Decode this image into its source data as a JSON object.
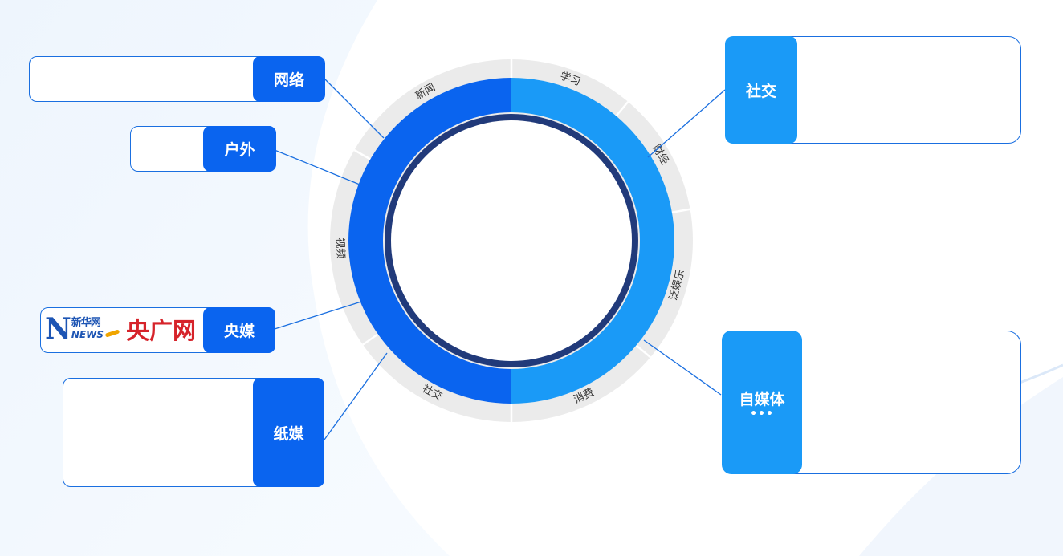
{
  "colors": {
    "primary_dark": "#0a64ef",
    "primary_light": "#1a9af7",
    "ring_outer": "#ebebeb",
    "ring_inner": "#213a7a",
    "border": "#1a6fe0"
  },
  "ring": {
    "segments": [
      "学习",
      "财经",
      "泛娱乐",
      "消费",
      "社交",
      "视频",
      "新闻"
    ]
  },
  "left": {
    "network": {
      "label": "网络"
    },
    "outdoor": {
      "label": "户外"
    },
    "central_media": {
      "label": "央媒",
      "logos": [
        {
          "name": "xinhua-logo",
          "text_cn": "新华网",
          "text_en": "NEWS",
          "initial": "N"
        },
        {
          "name": "cnr-logo",
          "text": "央广网"
        }
      ]
    },
    "print": {
      "label": "纸媒"
    }
  },
  "right": {
    "social": {
      "label": "社交"
    },
    "self_media": {
      "label": "自媒体",
      "ellipsis": "•••"
    }
  }
}
